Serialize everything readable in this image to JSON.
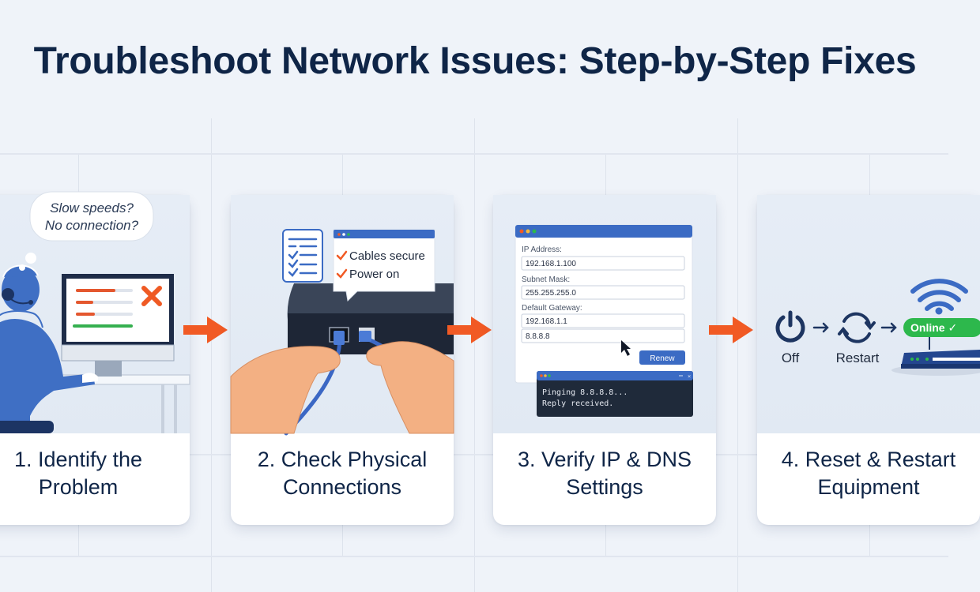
{
  "title": "Troubleshoot Network Issues: Step-by-Step Fixes",
  "colors": {
    "background": "#eff3f9",
    "title": "#0f2547",
    "accent_orange": "#f15a24",
    "brand_blue": "#3b6bc4",
    "success_green": "#2db84c",
    "dark_navy": "#1d2b44"
  },
  "steps": [
    {
      "number": "1.",
      "caption_line1": "1. Identify the",
      "caption_line2": "Problem",
      "thought_bubble": {
        "line1": "Slow speeds?",
        "line2": "No connection?"
      },
      "icons": [
        "person-with-headset-icon",
        "monitor-error-icon",
        "x-mark-icon"
      ]
    },
    {
      "number": "2.",
      "caption_line1": "2. Check Physical",
      "caption_line2": "Connections",
      "checklist_popup": {
        "items": [
          "Cables secure",
          "Power on"
        ]
      },
      "icons": [
        "checklist-icon",
        "router-box-icon",
        "ethernet-cable-icon",
        "hands-icon"
      ]
    },
    {
      "number": "3.",
      "caption_line1": "3. Verify IP & DNS",
      "caption_line2": "Settings",
      "network_settings": {
        "fields": [
          {
            "label": "IP Address:",
            "value": "192.168.1.100"
          },
          {
            "label": "Subnet Mask:",
            "value": "255.255.255.0"
          },
          {
            "label": "Default Gateway:",
            "value": "192.168.1.1"
          },
          {
            "label": "",
            "value": "8.8.8.8"
          }
        ],
        "renew_button": "Renew"
      },
      "terminal": {
        "line1": "Pinging 8.8.8.8...",
        "line2": "Reply received."
      }
    },
    {
      "number": "4.",
      "caption_line1": "4. Reset & Restart",
      "caption_line2": "Equipment",
      "sequence": {
        "off_label": "Off",
        "restart_label": "Restart",
        "online_badge": "Online ✓"
      },
      "icons": [
        "power-icon",
        "refresh-icon",
        "wifi-icon",
        "router-icon"
      ]
    }
  ]
}
